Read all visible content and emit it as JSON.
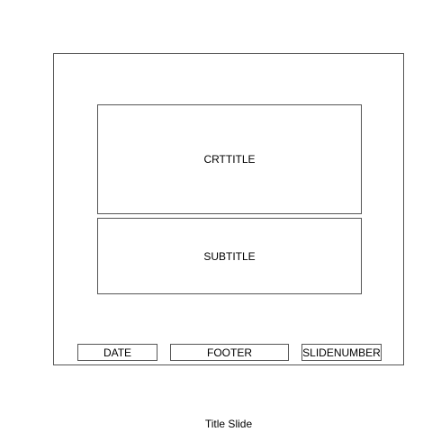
{
  "placeholders": {
    "title": "CRTTITLE",
    "subtitle": "SUBTITLE",
    "date": "DATE",
    "footer": "FOOTER",
    "slide_number": "SLIDENUMBER"
  },
  "layout_name": "Title Slide"
}
